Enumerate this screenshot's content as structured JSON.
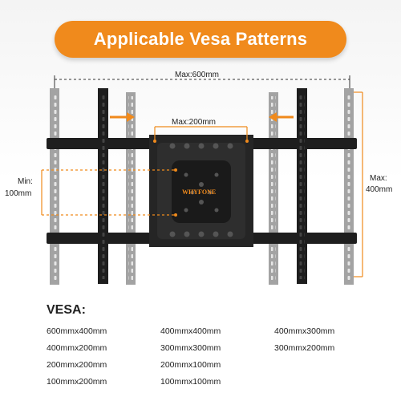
{
  "banner": {
    "title": "Applicable Vesa Patterns"
  },
  "dimensions": {
    "max_width": "Max:600mm",
    "max_inner_width": "Max:200mm",
    "min_height_line1": "Min:",
    "min_height_line2": "100mm",
    "max_height_line1": "Max:",
    "max_height_line2": "400mm"
  },
  "brand": {
    "logo_text": "WHYFONE"
  },
  "vesa": {
    "title": "VESA:",
    "rows": [
      [
        "600mmx400mm",
        "400mmx400mm",
        "400mmx300mm"
      ],
      [
        "400mmx200mm",
        "300mmx300mm",
        "300mmx200mm"
      ],
      [
        "200mmx200mm",
        "200mmx100mm",
        ""
      ],
      [
        "100mmx200mm",
        "100mmx100mm",
        ""
      ]
    ]
  },
  "colors": {
    "accent": "#f08a1c",
    "bracket_dark": "#1e1e1e",
    "bracket_grey": "#9a9a9a"
  }
}
